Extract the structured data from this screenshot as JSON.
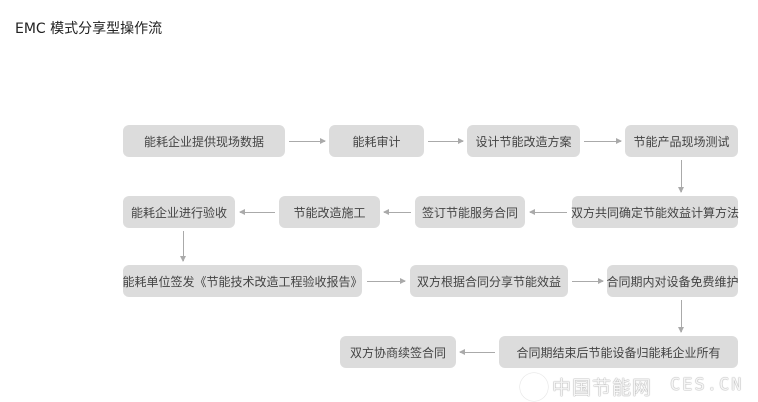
{
  "title": "EMC 模式分享型操作流",
  "steps": [
    "能耗企业提供现场数据",
    "能耗审计",
    "设计节能改造方案",
    "节能产品现场测试",
    "双方共同确定节能效益计算方法",
    "签订节能服务合同",
    "节能改造施工",
    "能耗企业进行验收",
    "能耗单位签发《节能技术改造工程验收报告》",
    "双方根据合同分享节能效益",
    "合同期内对设备免费维护",
    "合同期结束后节能设备归能耗企业所有",
    "双方协商续签合同"
  ],
  "watermark": {
    "cn": "中国节能网",
    "en": "CES.CN"
  }
}
